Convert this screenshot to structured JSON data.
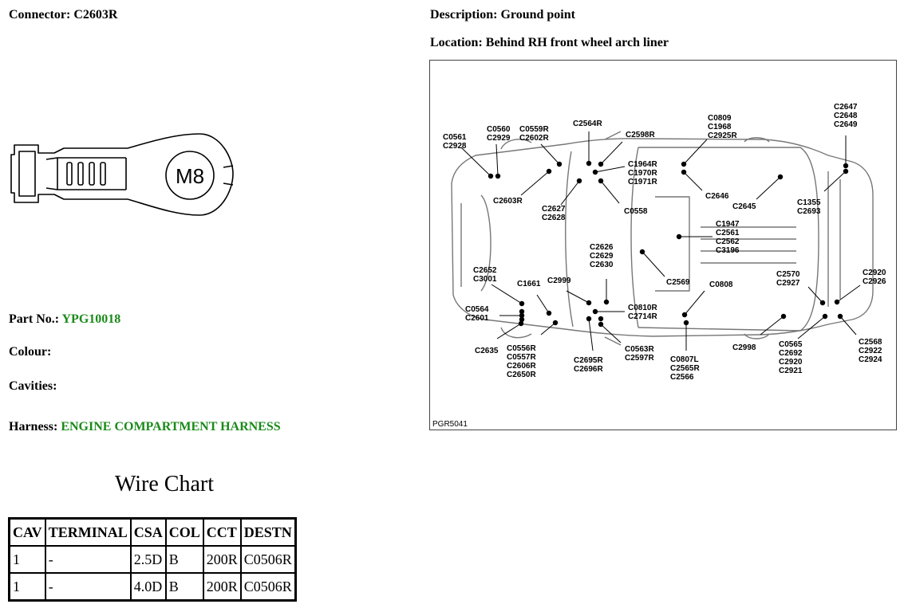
{
  "header": {
    "connector_label": "Connector:",
    "connector_value": "C2603R",
    "description_label": "Description:",
    "description_value": "Ground point",
    "location_label": "Location:",
    "location_value": "Behind RH front wheel arch liner"
  },
  "terminal_icon_text": "M8",
  "details": {
    "part_label": "Part No.:",
    "part_value": "YPG10018",
    "colour_label": "Colour:",
    "cavities_label": "Cavities:",
    "harness_label": "Harness:",
    "harness_value": "ENGINE COMPARTMENT HARNESS"
  },
  "wire_chart": {
    "title": "Wire Chart",
    "headers": [
      "CAV",
      "TERMINAL",
      "CSA",
      "COL",
      "CCT",
      "DESTN"
    ],
    "rows": [
      [
        "1",
        "-",
        "2.5D",
        "B",
        "200R",
        "C0506R"
      ],
      [
        "1",
        "-",
        "4.0D",
        "B",
        "200R",
        "C0506R"
      ]
    ]
  },
  "diagram": {
    "figure_id": "PGR5041",
    "labels": [
      [
        "C0561",
        "C2928"
      ],
      [
        "C0560",
        "C2929"
      ],
      [
        "C0559R",
        "C2602R"
      ],
      [
        "C2564R"
      ],
      [
        "C2598R"
      ],
      [
        "C0809",
        "C1968",
        "C2925R"
      ],
      [
        "C2647",
        "C2648",
        "C2649"
      ],
      [
        "C1964R",
        "C1970R",
        "C1971R"
      ],
      [
        "C2603R"
      ],
      [
        "C2627",
        "C2628"
      ],
      [
        "C0558"
      ],
      [
        "C2646"
      ],
      [
        "C2645"
      ],
      [
        "C1355",
        "C2693"
      ],
      [
        "C1947",
        "C2561",
        "C2562",
        "C3196"
      ],
      [
        "C2626",
        "C2629",
        "C2630"
      ],
      [
        "C2569"
      ],
      [
        "C2652",
        "C3001"
      ],
      [
        "C1661"
      ],
      [
        "C2999"
      ],
      [
        "C0808"
      ],
      [
        "C2570",
        "C2927"
      ],
      [
        "C2920",
        "C2926"
      ],
      [
        "C0564",
        "C2601"
      ],
      [
        "C0810R",
        "C2714R"
      ],
      [
        "C2635"
      ],
      [
        "C0556R",
        "C0557R",
        "C2606R",
        "C2650R"
      ],
      [
        "C2695R",
        "C2696R"
      ],
      [
        "C0563R",
        "C2597R"
      ],
      [
        "C0807L",
        "C2565R",
        "C2566"
      ],
      [
        "C2998"
      ],
      [
        "C0565",
        "C2692",
        "C2920",
        "C2921"
      ],
      [
        "C2568",
        "C2922",
        "C2924"
      ]
    ]
  }
}
